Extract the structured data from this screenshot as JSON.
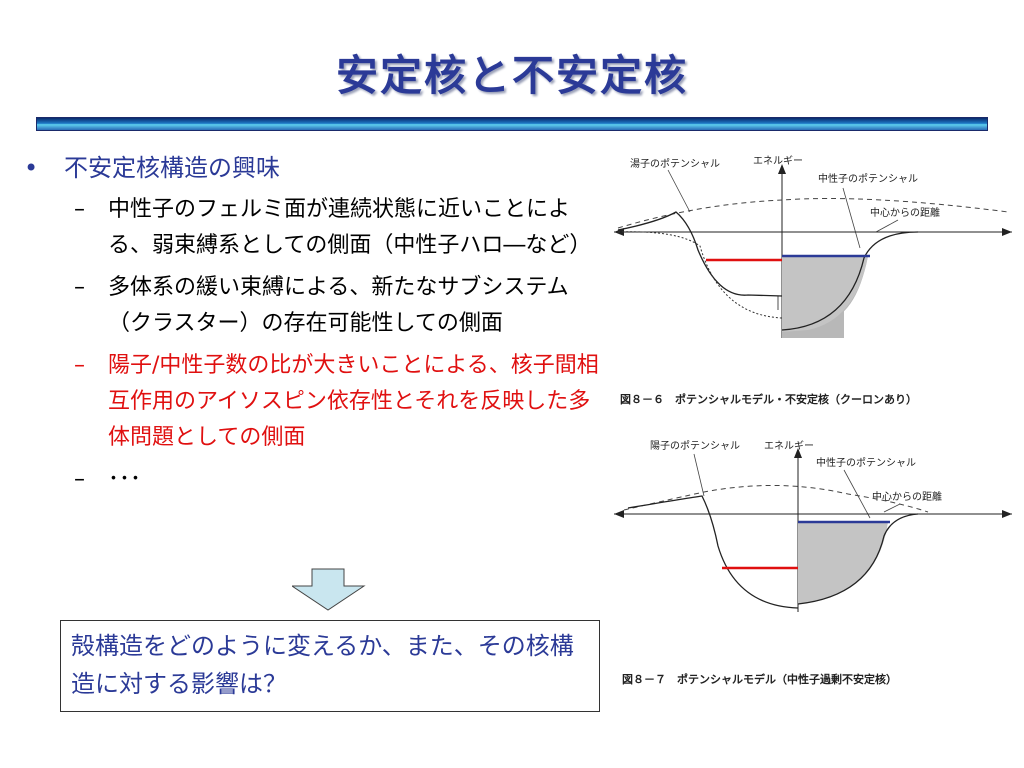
{
  "slide": {
    "title": "安定核と不安定核",
    "bullet_main": "不安定核構造の興味",
    "subitems": [
      {
        "text": "中性子のフェルミ面が連続状態に近いことによる、弱束縛系としての側面（中性子ハロ―など）",
        "highlight": false
      },
      {
        "text": "多体系の緩い束縛による、新たなサブシステム（クラスター）の存在可能性しての側面",
        "highlight": false
      },
      {
        "text": "陽子/中性子数の比が大きいことによる、核子間相互作用のアイソスピン依存性とそれを反映した多体問題としての側面",
        "highlight": true
      },
      {
        "text": "･･･",
        "highlight": false
      }
    ],
    "callout": "殻構造をどのように変えるか、また、その核構造に対する影響は？",
    "dash_marker": "–",
    "bullet_marker": "•"
  },
  "figures": {
    "fig1": {
      "proton_label": "湯子のポテンシャル",
      "energy_label": "エネルギー",
      "neutron_label": "中性子のポテンシャル",
      "distance_label": "中心からの距離",
      "caption": "図８－６　ポテンシャルモデル・不安定核（クーロンあり）"
    },
    "fig2": {
      "proton_label": "陽子のポテンシャル",
      "energy_label": "エネルギー",
      "neutron_label": "中性子のポテンシャル",
      "distance_label": "中心からの距離",
      "caption": "図８－７　ポテンシャルモデル（中性子過剰不安定核）"
    }
  },
  "colors": {
    "title": "#2b3a97",
    "highlight": "#e01010",
    "proton_level": "#e01010",
    "neutron_level": "#2b3a97"
  }
}
